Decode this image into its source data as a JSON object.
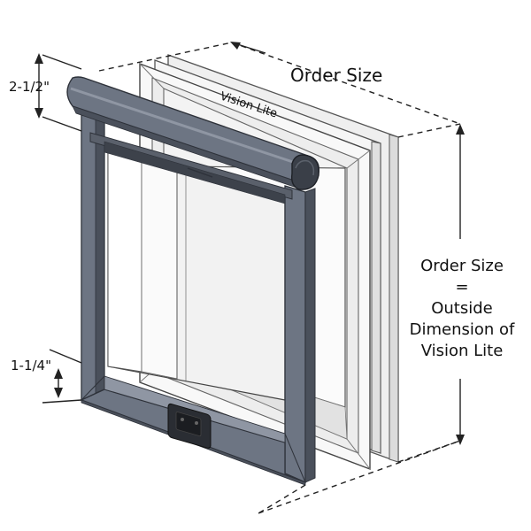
{
  "labels": {
    "top_order_size": "Order Size",
    "vision_lite": "Vision Lite",
    "side_order_size": "Order Size",
    "equals": "=",
    "outside": "Outside",
    "dimension_of": "Dimension of",
    "vision_lite_2": "Vision Lite",
    "header_height": "2-1/2\"",
    "sill_height": "1-1/4\""
  },
  "colors": {
    "frame_gray": "#6d7583",
    "frame_dark": "#4a505b",
    "frame_light": "#8f96a3",
    "frame_outline": "#2e323a",
    "vinyl_white": "#f4f4f4",
    "vinyl_shade": "#d9d9d9",
    "glass": "#f7f7f7",
    "line": "#222222"
  },
  "icons": {
    "flap_latch": "latch-icon"
  }
}
